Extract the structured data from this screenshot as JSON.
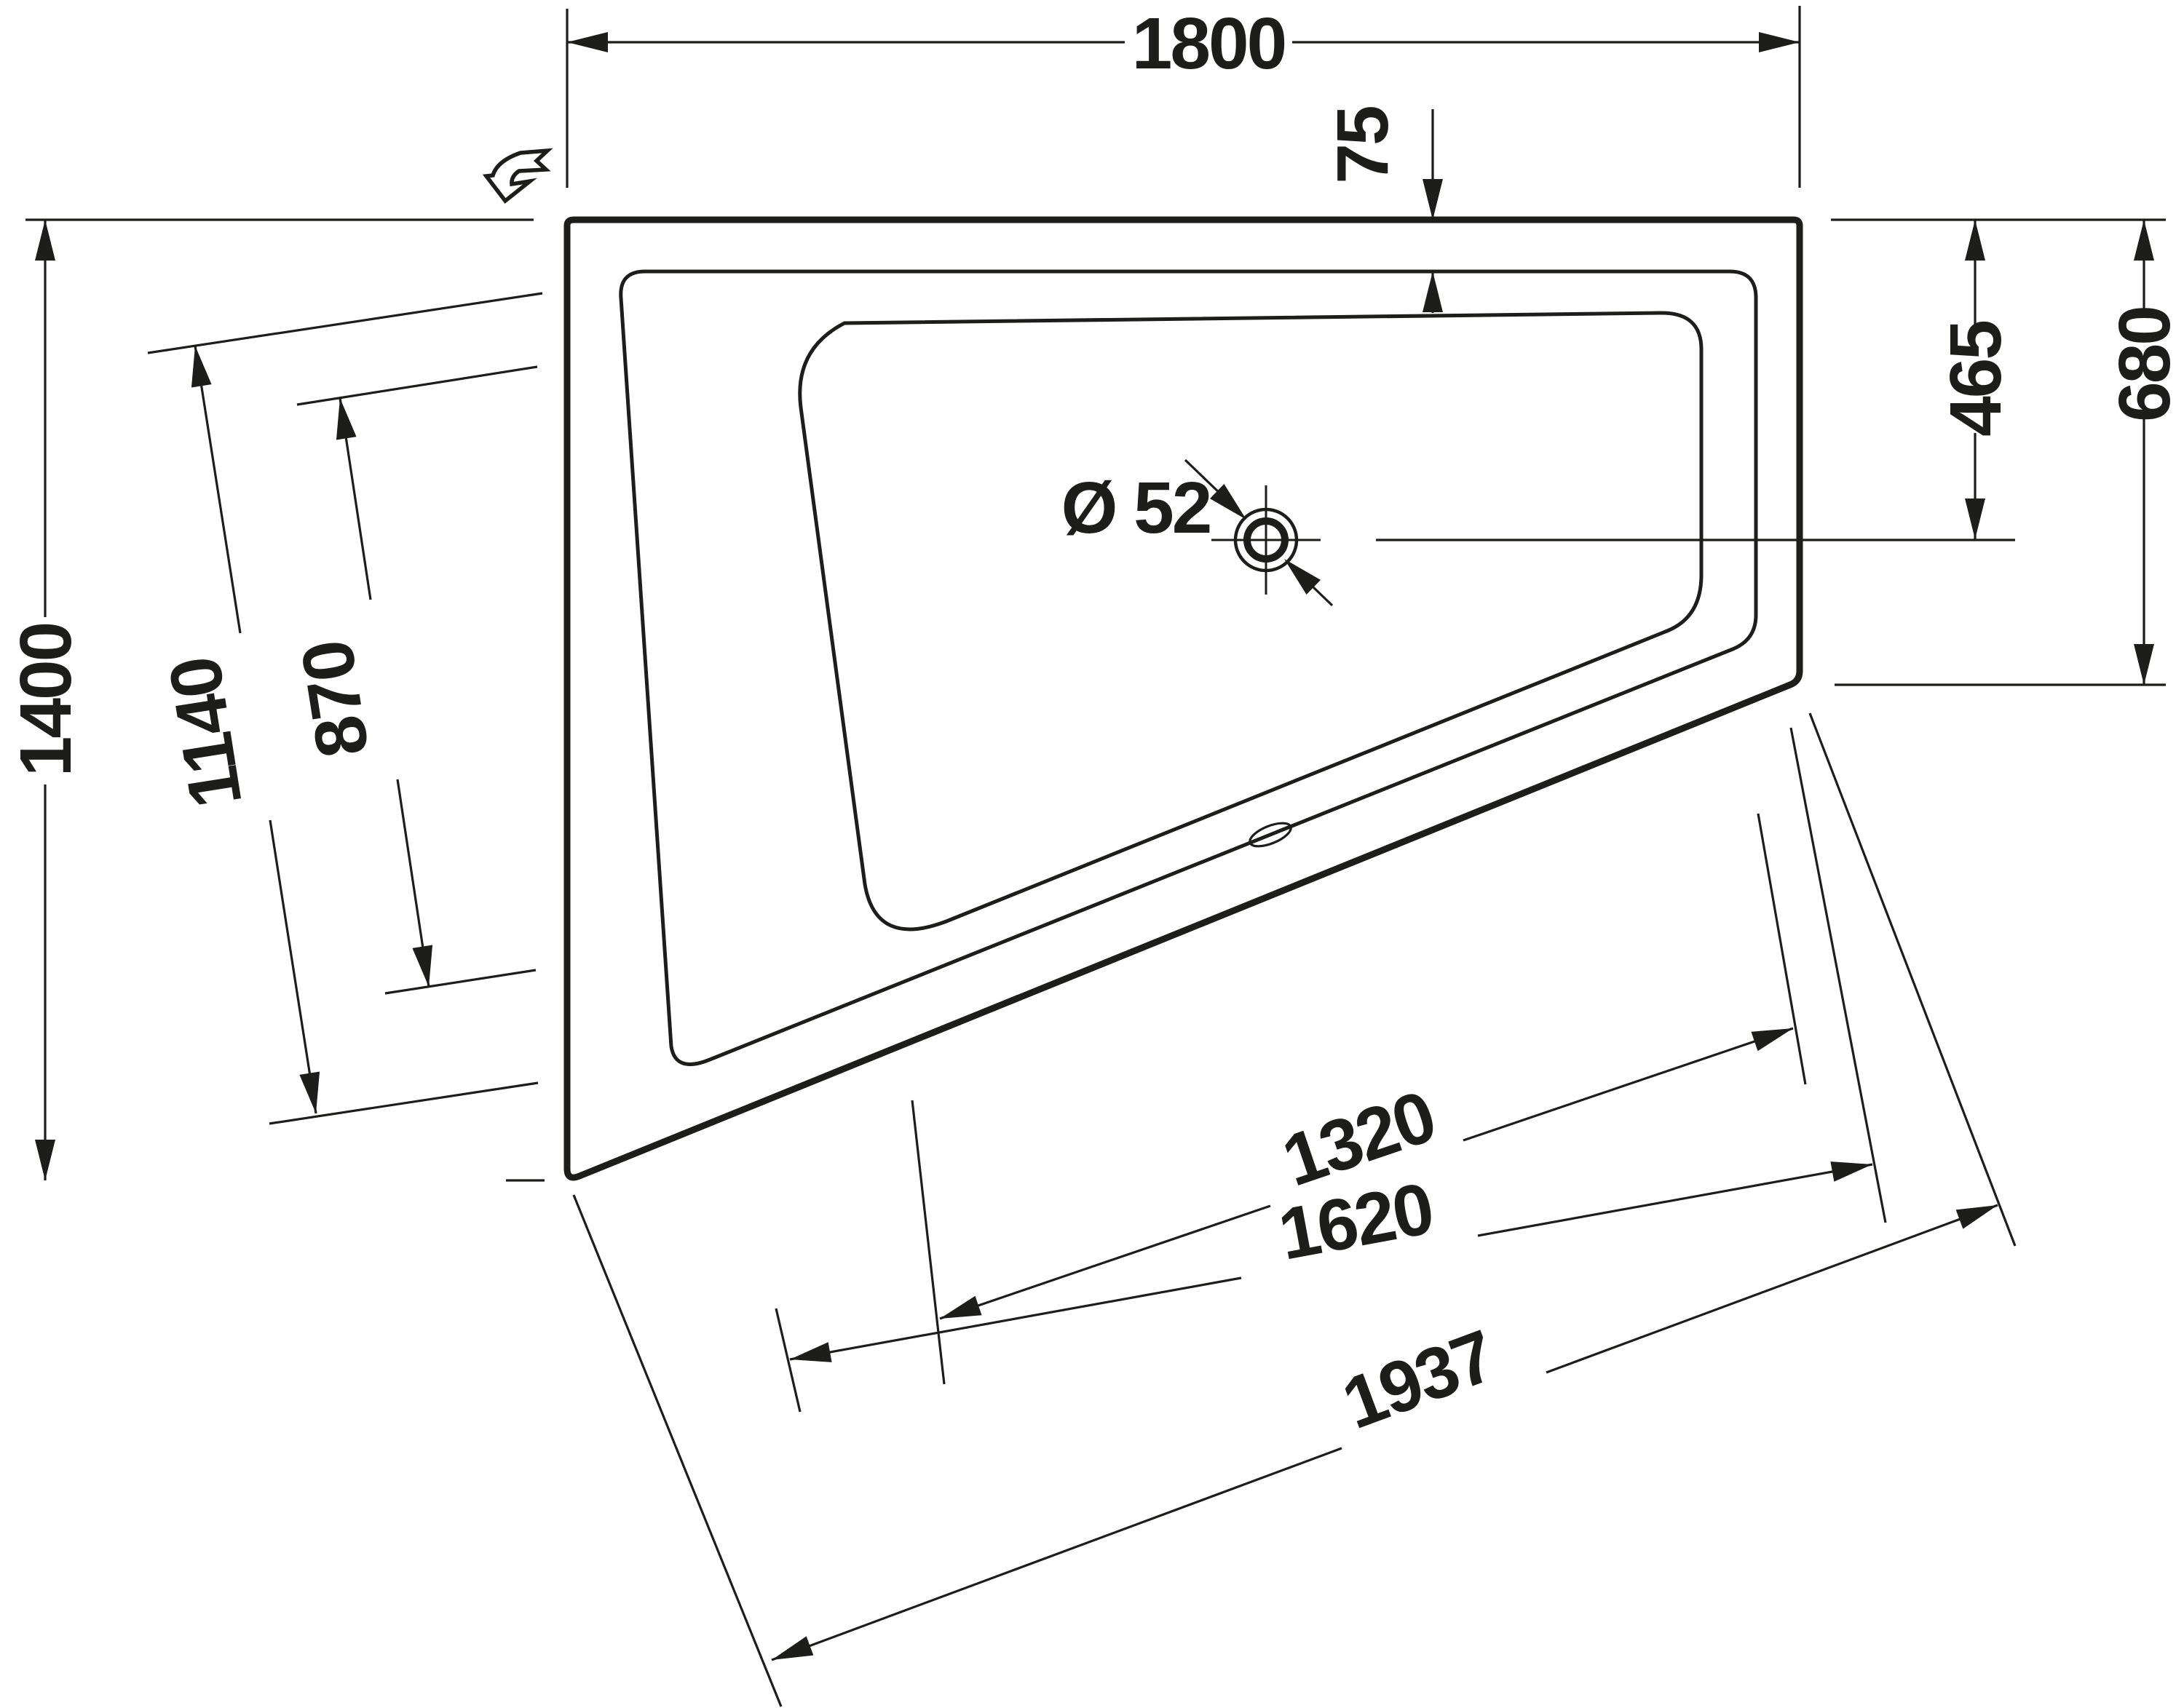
{
  "drawing": {
    "type": "bathtub-plan-technical-drawing",
    "units": "mm",
    "colors": {
      "ink": "#1d1d1b",
      "background": "#ffffff"
    },
    "icons": {
      "flow_direction": "curved-flag-arrow-icon",
      "drain": "crosshair-circle"
    }
  },
  "dims": {
    "top_width": "1800",
    "rim_width": "75",
    "drain_offset": "465",
    "right_depth": "680",
    "left_depth": "1400",
    "backrest_upper": "1140",
    "backrest_lower": "870",
    "diagonal_basin": "1320",
    "diagonal_rim": "1620",
    "diagonal_outer": "1937",
    "drain_diameter": "Ø 52"
  }
}
